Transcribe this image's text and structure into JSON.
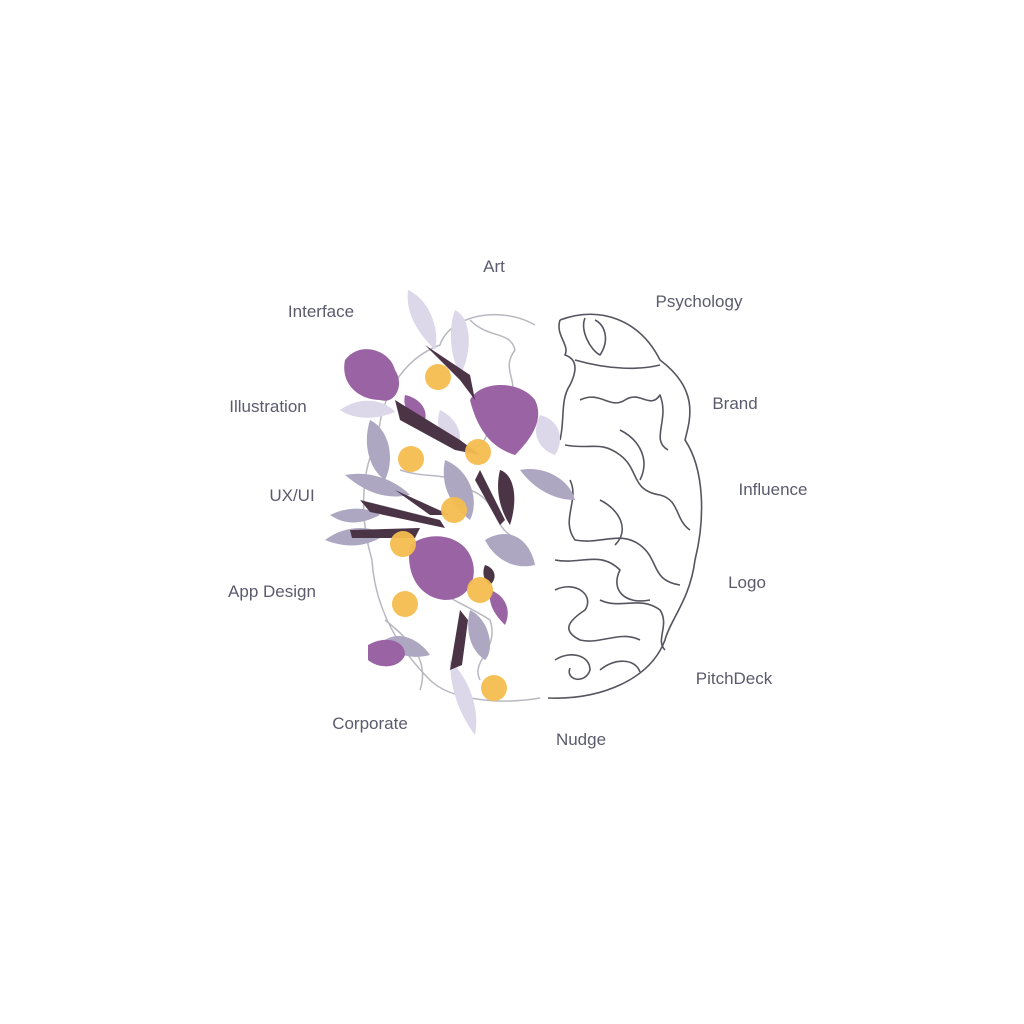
{
  "labels": {
    "art": "Art",
    "interface": "Interface",
    "psychology": "Psychology",
    "illustration": "Illustration",
    "brand": "Brand",
    "uxui": "UX/UI",
    "influence": "Influence",
    "app_design": "App Design",
    "logo": "Logo",
    "pitchdeck": "PitchDeck",
    "corporate": "Corporate",
    "nudge": "Nudge"
  },
  "colors": {
    "petal_purple": "#9a63a3",
    "leaf_gray": "#aea7c2",
    "leaf_light": "#dcd8ea",
    "stem_dark": "#4a3446",
    "dot_yellow": "#f5bd4f",
    "brain_line": "#55555f",
    "text": "#5b5b6d"
  }
}
